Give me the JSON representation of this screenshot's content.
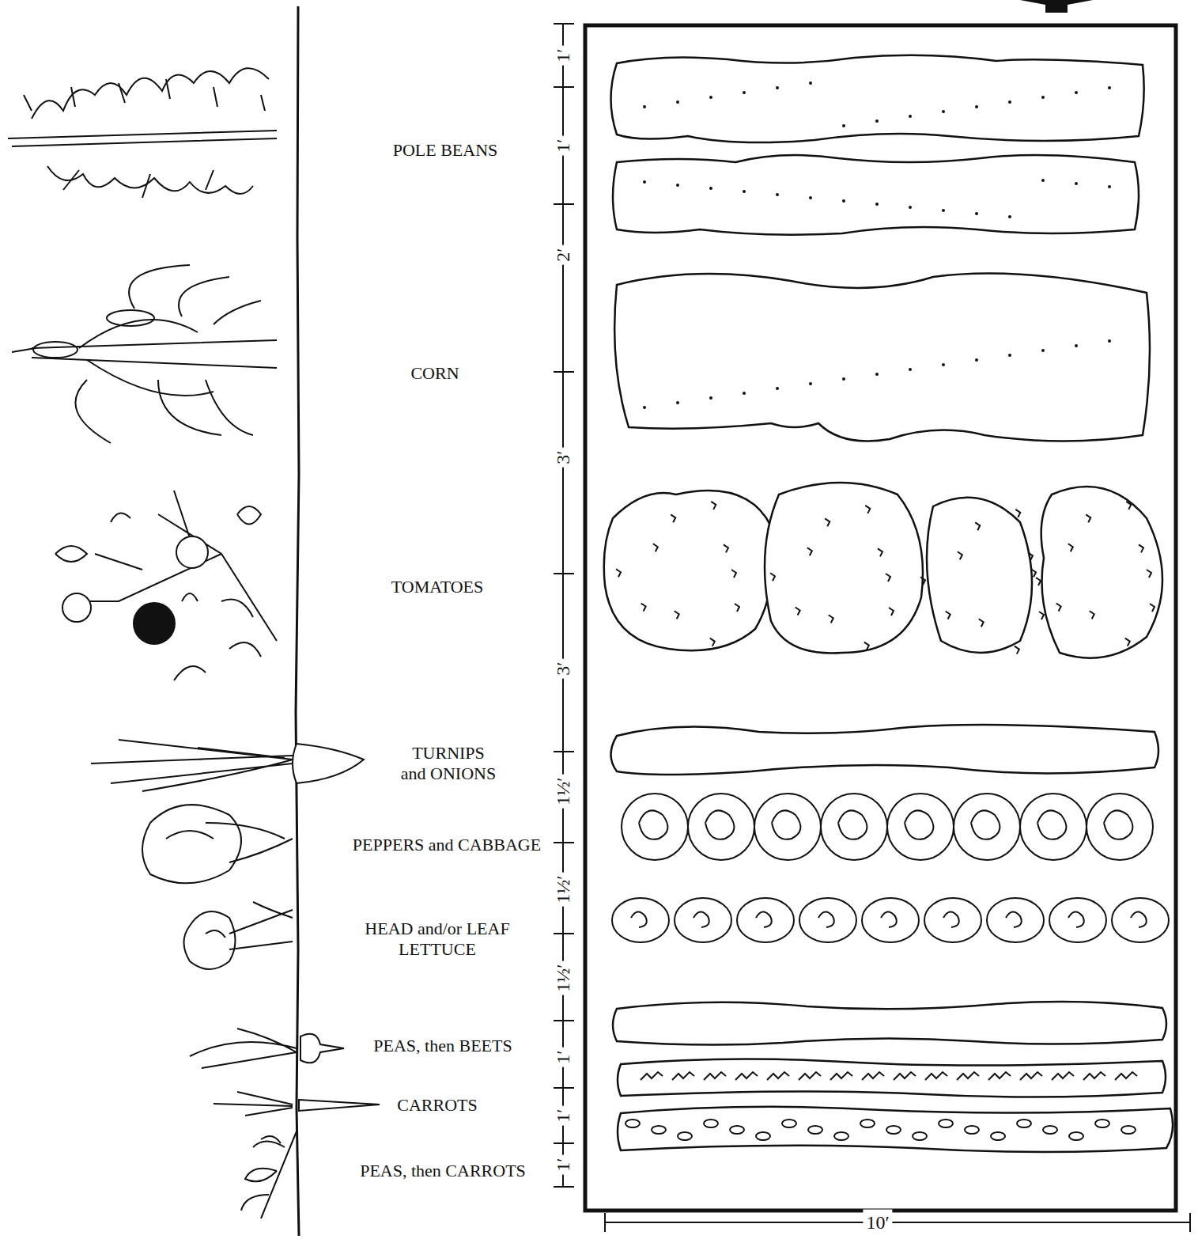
{
  "diagram": {
    "labels": [
      "POLE BEANS",
      "CORN",
      "TOMATOES",
      "TURNIPS and ONIONS",
      "PEPPERS and CABBAGE",
      "HEAD and/or LEAF LETTUCE",
      "PEAS, then BEETS",
      "CARROTS",
      "PEAS, then CARROTS",
      "1′",
      "1′",
      "2′",
      "3′",
      "3′",
      "1½′",
      "1½′",
      "1½′",
      "1′",
      "1′",
      "1′",
      "10′"
    ]
  }
}
